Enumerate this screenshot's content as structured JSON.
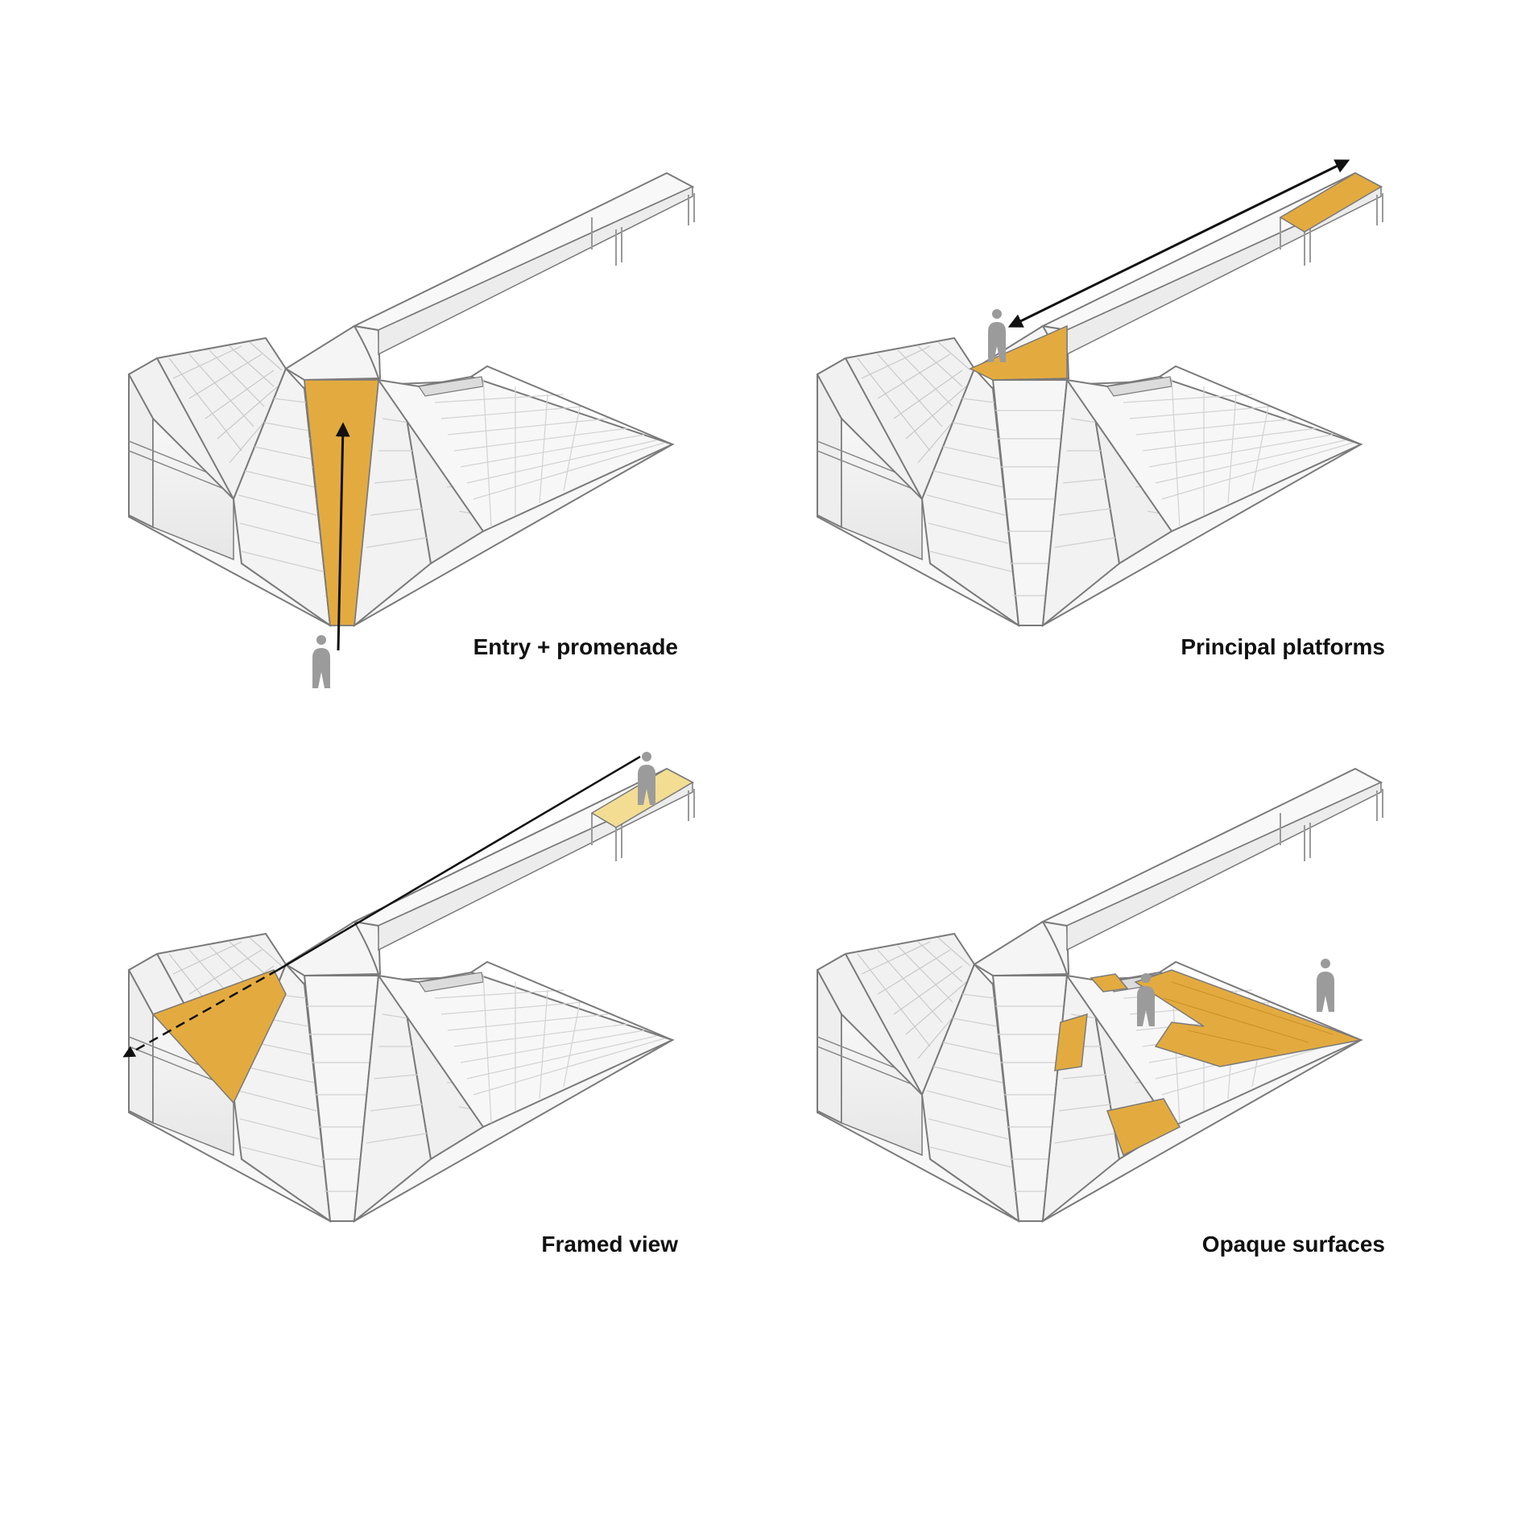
{
  "panels": [
    {
      "label": "Entry + promenade",
      "highlight": "entry-strip"
    },
    {
      "label": "Principal platforms",
      "highlight": "platforms"
    },
    {
      "label": "Framed view",
      "highlight": "framed-view"
    },
    {
      "label": "Opaque surfaces",
      "highlight": "opaque-surfaces"
    }
  ],
  "colors": {
    "highlight": "#e3ab3f",
    "highlight_light": "#f2dd93",
    "figure": "#9b9b9b",
    "outline": "#7a7a7a",
    "arrow": "#111111",
    "fill": "#f4f4f4"
  }
}
